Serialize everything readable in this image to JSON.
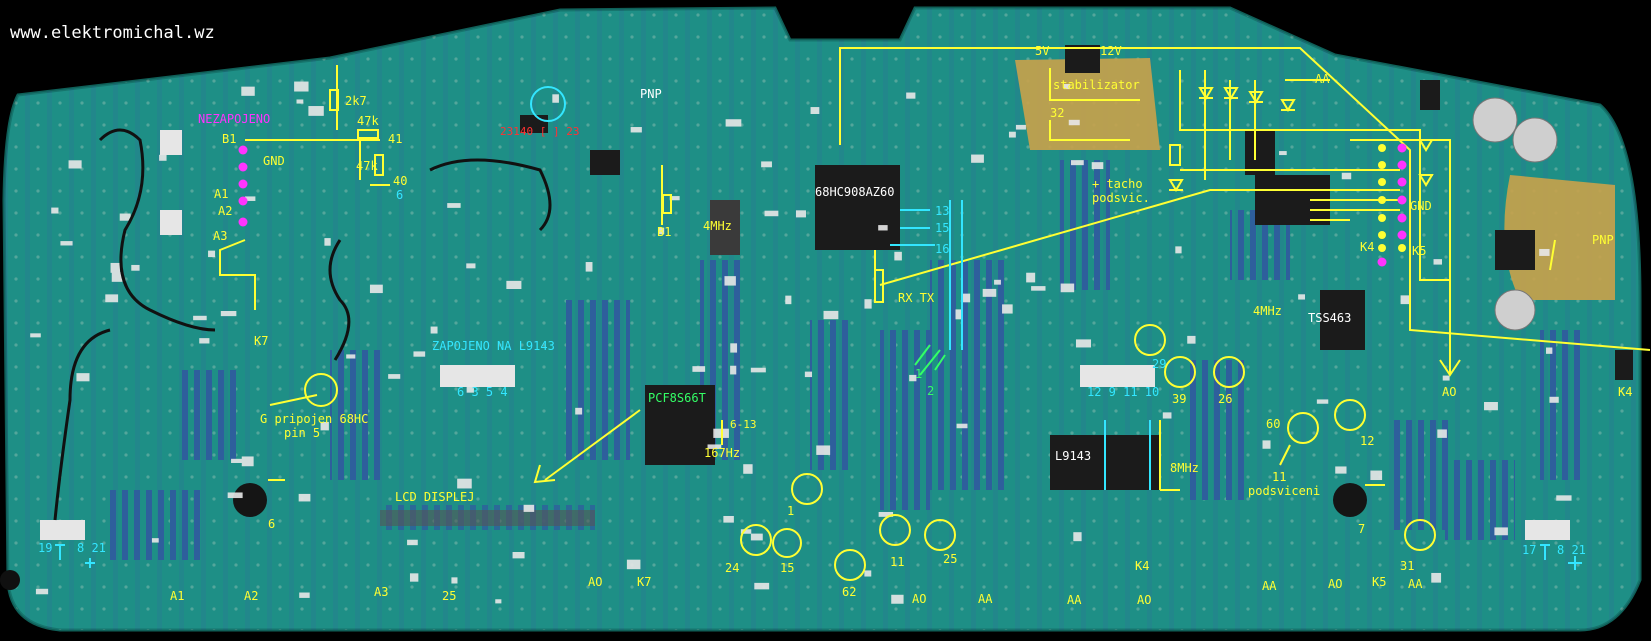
{
  "watermark": "www.elektromichal.wz",
  "colors": {
    "background": "#000000",
    "board": "#1e8f86",
    "board_edge": "#0f5f58",
    "trace": "#2f6fa5",
    "annotation_yellow": "#ffff33",
    "annotation_cyan": "#33e6ff",
    "annotation_magenta": "#ff33ff",
    "annotation_green": "#33ff66",
    "annotation_red": "#ff3333"
  },
  "chips": {
    "mcu": "68HC908AZ60",
    "lcd_driver": "PCF8S66T",
    "gauge_driver": "L9143",
    "tss": "TSS463"
  },
  "labels": {
    "nezapojeno": "NEZAPOJENO",
    "pnp_top": "PNP",
    "pnp_right": "PNP",
    "ic_red": "23140 [  ] 23",
    "r_2k7": "2k7",
    "r_47k_a": "47k",
    "r_47k_b": "47k",
    "n41": "41",
    "n40": "40",
    "n6_left": "6",
    "b1_left": "B1",
    "gnd_left": "GND",
    "a1_left": "A1",
    "a2_left": "A2",
    "a3_left": "A3",
    "k7_left": "K7",
    "g_pripojen_1": "G pripojen 68HC",
    "g_pripojen_2": "pin 5",
    "zapojeno": "ZAPOJENO NA L9143",
    "conn_mid_pins": "6 3 5 4",
    "lcd": "LCD  DISPLEJ",
    "xtal_4mhz": "4MHz",
    "b1_center": "B1",
    "hz167": "167Hz",
    "pins_6_13": "6-13",
    "n13": "13",
    "n15_cyan": "15",
    "n16": "16",
    "rxtx": "RX TX",
    "n1_green": "1",
    "n2_green": "2",
    "v5": "5V",
    "v12": "12V",
    "stabilizator": "stabilizator",
    "n32": "32",
    "tacho_1": "+ tacho",
    "tacho_2": "podsvic.",
    "aa_top": "AA",
    "gnd_right": "GND",
    "k4_right": "K4",
    "k5_right": "K5",
    "xtal_4mhz_b": "4MHz",
    "n29": "29",
    "n39": "39",
    "n26": "26",
    "conn_right_pins": "12 9 11 10",
    "xtal_8mhz": "8MHz",
    "n60": "60",
    "n12": "12",
    "n11_right": "11",
    "podsviceni": "podsviceni",
    "n7": "7",
    "n31": "31",
    "ao_right": "AO",
    "k4_far": "K4",
    "n6_bottom": "6",
    "n19": "19",
    "n8_21_left": "8 21",
    "n17": "17",
    "n8_21_right": "8 21",
    "n1_yellow": "1",
    "n24": "24",
    "n15_yellow": "15",
    "n62": "62",
    "n11_bottom": "11",
    "n25_bottom": "25"
  },
  "bottom_labels": [
    {
      "text": "A1"
    },
    {
      "text": "A2"
    },
    {
      "text": "A3"
    },
    {
      "text": "25"
    },
    {
      "text": "AO"
    },
    {
      "text": "K7"
    },
    {
      "text": "AO"
    },
    {
      "text": "AA"
    },
    {
      "text": "AA"
    },
    {
      "text": "K4"
    },
    {
      "text": "AO"
    },
    {
      "text": "AA"
    },
    {
      "text": "AO"
    },
    {
      "text": "K5"
    },
    {
      "text": "AA"
    }
  ]
}
